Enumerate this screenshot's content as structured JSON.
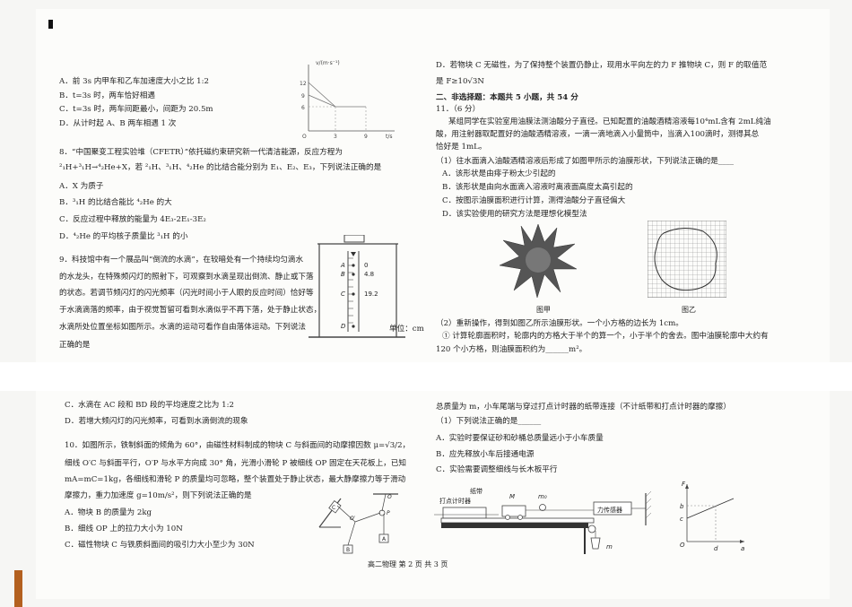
{
  "left_top": {
    "q7_A": "A．前 3s 内甲车和乙车加速度大小之比 1:2",
    "q7_B": "B．t=3s 时，两车恰好相遇",
    "q7_C": "C．t=3s 时，两车间距最小，间距为 20.5m",
    "q7_D": "D．从计时起 A、B 两车相遇 1 次",
    "graph_ylabel": "v/(m·s⁻¹)",
    "graph_xlabel": "t/s",
    "graph_y12": "12",
    "graph_y9": "9",
    "graph_y6": "6",
    "graph_x3": "3",
    "graph_x9": "9",
    "graph_o": "O",
    "q8_l1": "8．“中国聚变工程实验堆（CFETR）”依托磁约束研究新一代清洁能源，反应方程为",
    "q8_l2": "²₁H+³₁H→⁴₂He+X，若 ²₁H、³₁H、⁴₂He 的比结合能分别为 E₁、E₂、E₃，下列说法正确的是",
    "q8_A": "A．X 为质子",
    "q8_B": "B．³₁H 的比结合能比 ⁴₂He 的大",
    "q8_C": "C．反应过程中释放的能量为 4E₃-2E₁-3E₂",
    "q8_D": "D．⁴₂He 的平均核子质量比 ³₁H 的小",
    "q9_l1": "9．科技馆中有一个展品叫“倒流的水滴”，在较暗处有一个持续均匀滴水",
    "q9_l2": "的水龙头，在特殊频闪灯的照射下，可观察到水滴呈现出倒流、静止或下落",
    "q9_l3": "的状态。若调节频闪灯的闪光频率（闪光时间小于人眼的反应时间）恰好等",
    "q9_l4": "于水滴滴落的频率，由于视觉暂留可看到水滴似乎不再下落，处于静止状态，",
    "q9_l5": "水滴所处位置坐标如图所示。水滴的运动可看作自由落体运动。下列说法",
    "q9_l6": "正确的是",
    "q9_unit": "单位：cm",
    "q9_A": "A",
    "q9_B": "B",
    "q9_C": "C",
    "q9_D": "D",
    "q9_v0": "0",
    "q9_v1": "4.8",
    "q9_v2": "19.2"
  },
  "left_bottom": {
    "q9_C": "C．水滴在 AC 段和 BD 段的平均速度之比为 1:2",
    "q9_D": "D．若增大频闪灯的闪光频率，可看到水滴倒流的现象",
    "q10_l1": "10．如图所示，铁制斜面的倾角为 60°，由磁性材料制成的物块 C 与斜面间的动摩擦因数 μ=√3/2，",
    "q10_l2": "细线 O′C 与斜面平行，O′P 与水平方向成 30° 角，光滑小滑轮 P 被细线 OP 固定在天花板上，已知",
    "q10_l3": "mA=mC=1kg，各细线和滑轮 P 的质量均可忽略，整个装置处于静止状态，最大静摩擦力等于滑动",
    "q10_l4": "摩擦力，重力加速度 g=10m/s²，则下列说法正确的是",
    "q10_A": "A．物块 B 的质量为 2kg",
    "q10_B": "B．细线 OP 上的拉力大小为 10N",
    "q10_C": "C．磁性物块 C 与铁质斜面间的吸引力大小至少为 30N",
    "fig_C": "C",
    "fig_O": "O",
    "fig_O2": "O′",
    "fig_P": "P",
    "fig_A": "A",
    "fig_B": "B",
    "footer": "高二物理          第 2 页   共 3 页"
  },
  "right_top": {
    "q10_D1": "D．若物块 C 无磁性，为了保持整个装置仍静止，现用水平向左的力 F 推物块 C，则 F 的取值范",
    "q10_D2": "是 F≥10√3N",
    "sec2": "二、非选择题：本题共 5 小题，共 54 分",
    "q11_head": "11．（6 分）",
    "q11_l1": "某组同学在实验室用油膜法测油酸分子直径。已知配置的油酸酒精溶液每10⁴mL含有 2mL纯油",
    "q11_l2": "酸，用注射器取配置好的油酸酒精溶液，一滴一滴地滴入小量筒中，当滴入100滴时，测得其总",
    "q11_l3": "恰好是 1mL。",
    "q11_1": "（1）往水面滴入油酸酒精溶液后形成了如图甲所示的油膜形状，下列说法正确的是____",
    "q11_1A": "A．该形状是由痱子粉太少引起的",
    "q11_1B": "B．该形状是由向水面滴入溶液时离液面高度太高引起的",
    "q11_1C": "C．按图示油膜面积进行计算，测得油酸分子直径偏大",
    "q11_1D": "D．该实验使用的研究方法是理想化模型法",
    "fig_jia": "图甲",
    "fig_yi": "图乙",
    "q11_2": "（2）重新操作，得到如图乙所示油膜形状。一个小方格的边长为 1cm。",
    "q11_2a": "① 计算轮廓面积时，轮廓内的方格大于半个的算一个，小于半个的舍去。图中油膜轮廓中大约有",
    "q11_2b": "120 个小方格，则油膜面积约为______m²。"
  },
  "right_bottom": {
    "q12_l1": "总质量为 m，小车尾端与穿过打点计时器的纸带连接（不计纸带和打点计时器的摩擦）",
    "q12_1": "（1）下列说法正确的是______",
    "q12_A": "A．实验时要保证砂和砂桶总质量远小于小车质量",
    "q12_B": "B．应先释放小车后接通电源",
    "q12_C": "C．实验需要调整细线与长木板平行",
    "fig_tape": "纸带",
    "fig_timer": "打点计时器",
    "fig_M": "M",
    "fig_m0": "m₀",
    "fig_sensor": "力传感器",
    "fig_m": "m",
    "graph_F": "F",
    "graph_b": "b",
    "graph_c": "c",
    "graph_O": "O",
    "graph_d": "d",
    "graph_a": "a"
  }
}
